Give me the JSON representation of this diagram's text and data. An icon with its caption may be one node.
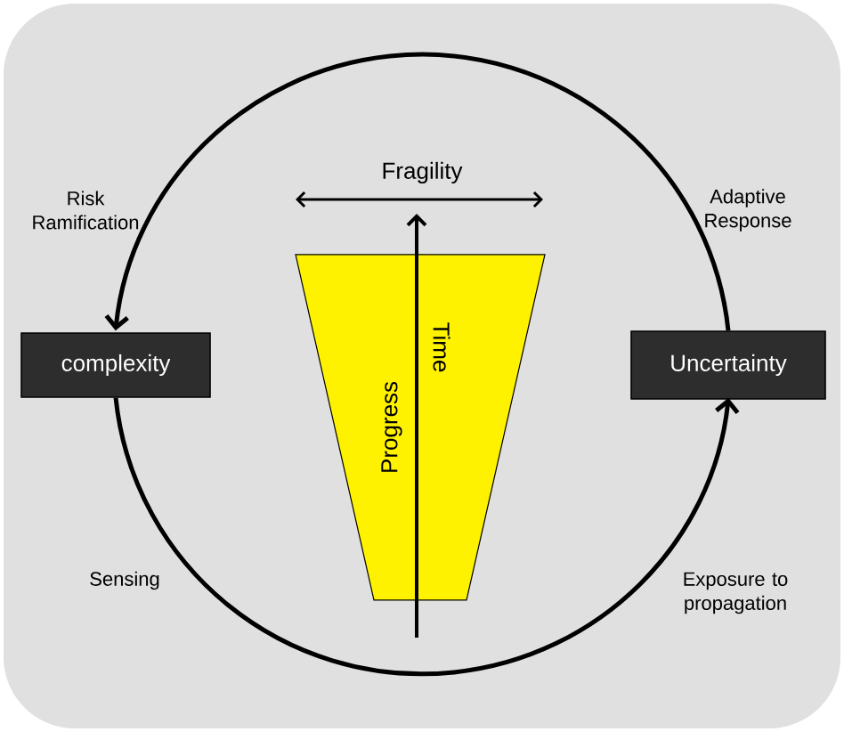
{
  "diagram": {
    "nodes": [
      {
        "text": [
          "complexity"
        ]
      },
      {
        "text": [
          "Uncertainty"
        ]
      },
      {
        "text": [
          "Progress",
          "Time"
        ]
      }
    ],
    "edges": [
      {
        "from": 1,
        "to": 0,
        "arrow": "to"
      },
      {
        "from": 0,
        "to": 1,
        "arrow": "to"
      }
    ],
    "labels": [
      "Fragility",
      "Risk Ramification",
      "Adaptive Response",
      "Sensing",
      "Exposure to propagation"
    ]
  }
}
